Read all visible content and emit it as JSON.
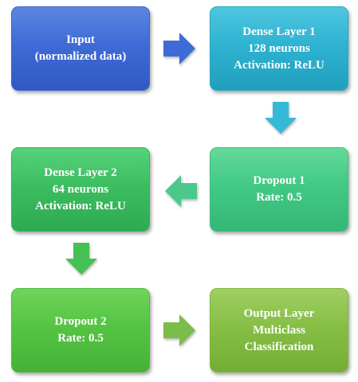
{
  "nodes": {
    "input": {
      "lines": [
        "Input",
        "(normalized data)"
      ]
    },
    "dense1": {
      "lines": [
        "Dense Layer 1",
        "128 neurons",
        "Activation: ReLU"
      ]
    },
    "dropout1": {
      "lines": [
        "Dropout 1",
        "Rate: 0.5"
      ]
    },
    "dense2": {
      "lines": [
        "Dense Layer 2",
        "64 neurons",
        "Activation: ReLU"
      ]
    },
    "dropout2": {
      "lines": [
        "Dropout 2",
        "Rate: 0.5"
      ]
    },
    "output": {
      "lines": [
        "Output Layer",
        "Multiclass",
        "Classification"
      ]
    }
  },
  "arrows": [
    {
      "from": "input",
      "to": "dense1",
      "direction": "right",
      "color": "#3f6bd6"
    },
    {
      "from": "dense1",
      "to": "dropout1",
      "direction": "down",
      "color": "#35b9d6"
    },
    {
      "from": "dropout1",
      "to": "dense2",
      "direction": "left",
      "color": "#4cc98a"
    },
    {
      "from": "dense2",
      "to": "dropout2",
      "direction": "down",
      "color": "#45c055"
    },
    {
      "from": "dropout2",
      "to": "output",
      "direction": "right",
      "color": "#7bbd4a"
    }
  ]
}
